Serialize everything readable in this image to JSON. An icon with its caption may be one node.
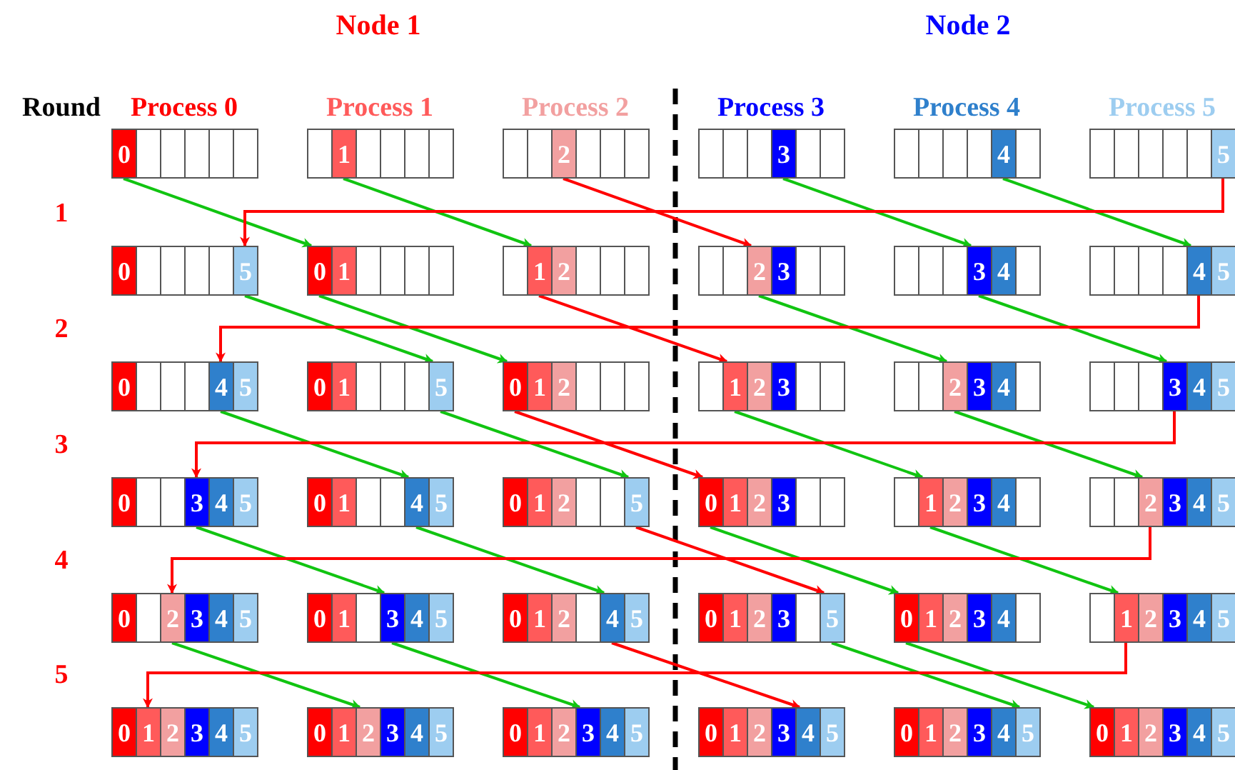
{
  "diagram": {
    "nodes": [
      {
        "text": [
          "0"
        ]
      },
      {
        "text": [],
        "shape": "box"
      },
      {
        "text": [],
        "shape": "box"
      },
      {
        "text": [],
        "shape": "box"
      },
      {
        "text": [],
        "shape": "box"
      },
      {
        "text": [],
        "shape": "box"
      },
      {
        "text": [],
        "shape": "box"
      },
      {
        "text": [
          "1"
        ]
      },
      {
        "text": [],
        "shape": "box"
      },
      {
        "text": [],
        "shape": "box"
      },
      {
        "text": [],
        "shape": "box"
      },
      {
        "text": [],
        "shape": "box"
      },
      {
        "text": [],
        "shape": "box"
      },
      {
        "text": [],
        "shape": "box"
      },
      {
        "text": [
          "2"
        ]
      },
      {
        "text": [],
        "shape": "box"
      },
      {
        "text": [],
        "shape": "box"
      },
      {
        "text": [],
        "shape": "box"
      },
      {
        "text": [],
        "shape": "box"
      },
      {
        "text": [],
        "shape": "box"
      },
      {
        "text": [],
        "shape": "box"
      },
      {
        "text": [
          "3"
        ]
      },
      {
        "text": [],
        "shape": "box"
      },
      {
        "text": [],
        "shape": "box"
      },
      {
        "text": [],
        "shape": "box"
      },
      {
        "text": [],
        "shape": "box"
      },
      {
        "text": [],
        "shape": "box"
      },
      {
        "text": [],
        "shape": "box"
      },
      {
        "text": [
          "4"
        ]
      },
      {
        "text": [],
        "shape": "box"
      },
      {
        "text": [],
        "shape": "box"
      },
      {
        "text": [],
        "shape": "box"
      },
      {
        "text": [],
        "shape": "box"
      },
      {
        "text": [],
        "shape": "box"
      },
      {
        "text": [],
        "shape": "box"
      },
      {
        "text": [
          "5"
        ]
      },
      {
        "text": [
          "0"
        ]
      },
      {
        "text": [],
        "shape": "box"
      },
      {
        "text": [],
        "shape": "box"
      },
      {
        "text": [],
        "shape": "box"
      },
      {
        "text": [],
        "shape": "box"
      },
      {
        "text": [
          "5"
        ]
      },
      {
        "text": [
          "0"
        ]
      },
      {
        "text": [
          "1"
        ]
      },
      {
        "text": [],
        "shape": "box"
      },
      {
        "text": [],
        "shape": "box"
      },
      {
        "text": [],
        "shape": "box"
      },
      {
        "text": [],
        "shape": "box"
      },
      {
        "text": [],
        "shape": "box"
      },
      {
        "text": [
          "1"
        ]
      },
      {
        "text": [
          "2"
        ]
      },
      {
        "text": [],
        "shape": "box"
      },
      {
        "text": [],
        "shape": "box"
      },
      {
        "text": [],
        "shape": "box"
      },
      {
        "text": [],
        "shape": "box"
      },
      {
        "text": [],
        "shape": "box"
      },
      {
        "text": [
          "2"
        ]
      },
      {
        "text": [
          "3"
        ]
      },
      {
        "text": [],
        "shape": "box"
      },
      {
        "text": [],
        "shape": "box"
      },
      {
        "text": [],
        "shape": "box"
      },
      {
        "text": [],
        "shape": "box"
      },
      {
        "text": [],
        "shape": "box"
      },
      {
        "text": [
          "3"
        ]
      },
      {
        "text": [
          "4"
        ]
      },
      {
        "text": [],
        "shape": "box"
      },
      {
        "text": [],
        "shape": "box"
      },
      {
        "text": [],
        "shape": "box"
      },
      {
        "text": [],
        "shape": "box"
      },
      {
        "text": [],
        "shape": "box"
      },
      {
        "text": [
          "4"
        ]
      },
      {
        "text": [
          "5"
        ]
      },
      {
        "text": [
          "0"
        ]
      },
      {
        "text": [],
        "shape": "box"
      },
      {
        "text": [],
        "shape": "box"
      },
      {
        "text": [],
        "shape": "box"
      },
      {
        "text": [
          "4"
        ]
      },
      {
        "text": [
          "5"
        ]
      },
      {
        "text": [
          "0"
        ]
      },
      {
        "text": [
          "1"
        ]
      },
      {
        "text": [],
        "shape": "box"
      },
      {
        "text": [],
        "shape": "box"
      },
      {
        "text": [],
        "shape": "box"
      },
      {
        "text": [
          "5"
        ]
      },
      {
        "text": [
          "0"
        ]
      },
      {
        "text": [
          "1"
        ]
      },
      {
        "text": [
          "2"
        ]
      },
      {
        "text": [],
        "shape": "box"
      },
      {
        "text": [],
        "shape": "box"
      },
      {
        "text": [],
        "shape": "box"
      },
      {
        "text": [],
        "shape": "box"
      },
      {
        "text": [
          "1"
        ]
      },
      {
        "text": [
          "2"
        ]
      },
      {
        "text": [
          "3"
        ]
      },
      {
        "text": [],
        "shape": "box"
      },
      {
        "text": [],
        "shape": "box"
      },
      {
        "text": [],
        "shape": "box"
      },
      {
        "text": [],
        "shape": "box"
      },
      {
        "text": [
          "2"
        ]
      },
      {
        "text": [
          "3"
        ]
      },
      {
        "text": [
          "4"
        ]
      },
      {
        "text": [],
        "shape": "box"
      },
      {
        "text": [],
        "shape": "box"
      },
      {
        "text": [],
        "shape": "box"
      },
      {
        "text": [],
        "shape": "box"
      },
      {
        "text": [
          "3"
        ]
      },
      {
        "text": [
          "4"
        ]
      },
      {
        "text": [
          "5"
        ]
      },
      {
        "text": [
          "0"
        ]
      },
      {
        "text": [],
        "shape": "box"
      },
      {
        "text": [],
        "shape": "box"
      },
      {
        "text": [
          "3"
        ]
      },
      {
        "text": [
          "4"
        ]
      },
      {
        "text": [
          "5"
        ]
      },
      {
        "text": [
          "0"
        ]
      },
      {
        "text": [
          "1"
        ]
      },
      {
        "text": [],
        "shape": "box"
      },
      {
        "text": [],
        "shape": "box"
      },
      {
        "text": [
          "4"
        ]
      },
      {
        "text": [
          "5"
        ]
      },
      {
        "text": [
          "0"
        ]
      },
      {
        "text": [
          "1"
        ]
      },
      {
        "text": [
          "2"
        ]
      },
      {
        "text": [],
        "shape": "box"
      },
      {
        "text": [],
        "shape": "box"
      },
      {
        "text": [
          "5"
        ]
      },
      {
        "text": [
          "0"
        ]
      },
      {
        "text": [
          "1"
        ]
      },
      {
        "text": [
          "2"
        ]
      },
      {
        "text": [
          "3"
        ]
      },
      {
        "text": [],
        "shape": "box"
      },
      {
        "text": [],
        "shape": "box"
      },
      {
        "text": [],
        "shape": "box"
      },
      {
        "text": [
          "1"
        ]
      },
      {
        "text": [
          "2"
        ]
      },
      {
        "text": [
          "3"
        ]
      },
      {
        "text": [
          "4"
        ]
      },
      {
        "text": [],
        "shape": "box"
      },
      {
        "text": [],
        "shape": "box"
      },
      {
        "text": [],
        "shape": "box"
      },
      {
        "text": [
          "2"
        ]
      },
      {
        "text": [
          "3"
        ]
      },
      {
        "text": [
          "4"
        ]
      },
      {
        "text": [
          "5"
        ]
      },
      {
        "text": [
          "0"
        ]
      },
      {
        "text": [],
        "shape": "box"
      },
      {
        "text": [
          "2"
        ]
      },
      {
        "text": [
          "3"
        ]
      },
      {
        "text": [
          "4"
        ]
      },
      {
        "text": [
          "5"
        ]
      },
      {
        "text": [
          "0"
        ]
      },
      {
        "text": [
          "1"
        ]
      },
      {
        "text": [],
        "shape": "box"
      },
      {
        "text": [
          "3"
        ]
      },
      {
        "text": [
          "4"
        ]
      },
      {
        "text": [
          "5"
        ]
      },
      {
        "text": [
          "0"
        ]
      },
      {
        "text": [
          "1"
        ]
      },
      {
        "text": [
          "2"
        ]
      },
      {
        "text": [],
        "shape": "box"
      },
      {
        "text": [
          "4"
        ]
      },
      {
        "text": [
          "5"
        ]
      },
      {
        "text": [
          "0"
        ]
      },
      {
        "text": [
          "1"
        ]
      },
      {
        "text": [
          "2"
        ]
      },
      {
        "text": [
          "3"
        ]
      },
      {
        "text": [],
        "shape": "box"
      },
      {
        "text": [
          "5"
        ]
      },
      {
        "text": [
          "0"
        ]
      },
      {
        "text": [
          "1"
        ]
      },
      {
        "text": [
          "2"
        ]
      },
      {
        "text": [
          "3"
        ]
      },
      {
        "text": [
          "4"
        ]
      },
      {
        "text": [],
        "shape": "box"
      },
      {
        "text": [],
        "shape": "box"
      },
      {
        "text": [
          "1"
        ]
      },
      {
        "text": [
          "2"
        ]
      },
      {
        "text": [
          "3"
        ]
      },
      {
        "text": [
          "4"
        ]
      },
      {
        "text": [
          "5"
        ]
      },
      {
        "text": [
          "0"
        ]
      },
      {
        "text": [
          "1"
        ]
      },
      {
        "text": [
          "2"
        ]
      },
      {
        "text": [
          "3"
        ]
      },
      {
        "text": [
          "4"
        ]
      },
      {
        "text": [
          "5"
        ]
      },
      {
        "text": [
          "0"
        ]
      },
      {
        "text": [
          "1"
        ]
      },
      {
        "text": [
          "2"
        ]
      },
      {
        "text": [
          "3"
        ]
      },
      {
        "text": [
          "4"
        ]
      },
      {
        "text": [
          "5"
        ]
      },
      {
        "text": [
          "0"
        ]
      },
      {
        "text": [
          "1"
        ]
      },
      {
        "text": [
          "2"
        ]
      },
      {
        "text": [
          "3"
        ]
      },
      {
        "text": [
          "4"
        ]
      },
      {
        "text": [
          "5"
        ]
      },
      {
        "text": [
          "0"
        ]
      },
      {
        "text": [
          "1"
        ]
      },
      {
        "text": [
          "2"
        ]
      },
      {
        "text": [
          "3"
        ]
      },
      {
        "text": [
          "4"
        ]
      },
      {
        "text": [
          "5"
        ]
      },
      {
        "text": [
          "0"
        ]
      },
      {
        "text": [
          "1"
        ]
      },
      {
        "text": [
          "2"
        ]
      },
      {
        "text": [
          "3"
        ]
      },
      {
        "text": [
          "4"
        ]
      },
      {
        "text": [
          "5"
        ]
      },
      {
        "text": [
          "0"
        ]
      },
      {
        "text": [
          "1"
        ]
      },
      {
        "text": [
          "2"
        ]
      },
      {
        "text": [
          "3"
        ]
      },
      {
        "text": [
          "4"
        ]
      },
      {
        "text": [
          "5"
        ]
      }
    ],
    "edges": [
      {
        "from": 0,
        "to": 42,
        "arrow": "to"
      },
      {
        "from": 7,
        "to": 49,
        "arrow": "to"
      },
      {
        "from": 14,
        "to": 56,
        "arrow": "to",
        "color": "#ff0000"
      },
      {
        "from": 21,
        "to": 63,
        "arrow": "to"
      },
      {
        "from": 28,
        "to": 70,
        "arrow": "to"
      },
      {
        "from": 35,
        "to": 41,
        "arrow": "to",
        "color": "#ff0000"
      },
      {
        "from": 41,
        "to": 83,
        "arrow": "to"
      },
      {
        "from": 42,
        "to": 84,
        "arrow": "to"
      },
      {
        "from": 49,
        "to": 91,
        "arrow": "to",
        "color": "#ff0000"
      },
      {
        "from": 56,
        "to": 98,
        "arrow": "to"
      },
      {
        "from": 63,
        "to": 105,
        "arrow": "to"
      },
      {
        "from": 70,
        "to": 76,
        "arrow": "to",
        "color": "#ff0000"
      },
      {
        "from": 76,
        "to": 118,
        "arrow": "to"
      },
      {
        "from": 83,
        "to": 125,
        "arrow": "to"
      },
      {
        "from": 84,
        "to": 126,
        "arrow": "to",
        "color": "#ff0000"
      },
      {
        "from": 91,
        "to": 133,
        "arrow": "to"
      },
      {
        "from": 98,
        "to": 140,
        "arrow": "to"
      },
      {
        "from": 105,
        "to": 111,
        "arrow": "to",
        "color": "#ff0000"
      },
      {
        "from": 111,
        "to": 153,
        "arrow": "to"
      },
      {
        "from": 118,
        "to": 160,
        "arrow": "to"
      },
      {
        "from": 125,
        "to": 167,
        "arrow": "to",
        "color": "#ff0000"
      },
      {
        "from": 126,
        "to": 168,
        "arrow": "to"
      },
      {
        "from": 133,
        "to": 175,
        "arrow": "to"
      },
      {
        "from": 140,
        "to": 146,
        "arrow": "to",
        "color": "#ff0000"
      },
      {
        "from": 146,
        "to": 188,
        "arrow": "to"
      },
      {
        "from": 153,
        "to": 195,
        "arrow": "to"
      },
      {
        "from": 160,
        "to": 202,
        "arrow": "to",
        "color": "#ff0000"
      },
      {
        "from": 167,
        "to": 209,
        "arrow": "to"
      },
      {
        "from": 168,
        "to": 210,
        "arrow": "to"
      },
      {
        "from": 175,
        "to": 181,
        "arrow": "to",
        "color": "#ff0000"
      }
    ],
    "labels": [
      "Node 1",
      "Node 2",
      "Round",
      "Process 0",
      "Process 1",
      "Process 2",
      "Process 3",
      "Process 4",
      "Process 5",
      "1",
      "2",
      "3",
      "4",
      "5"
    ]
  }
}
